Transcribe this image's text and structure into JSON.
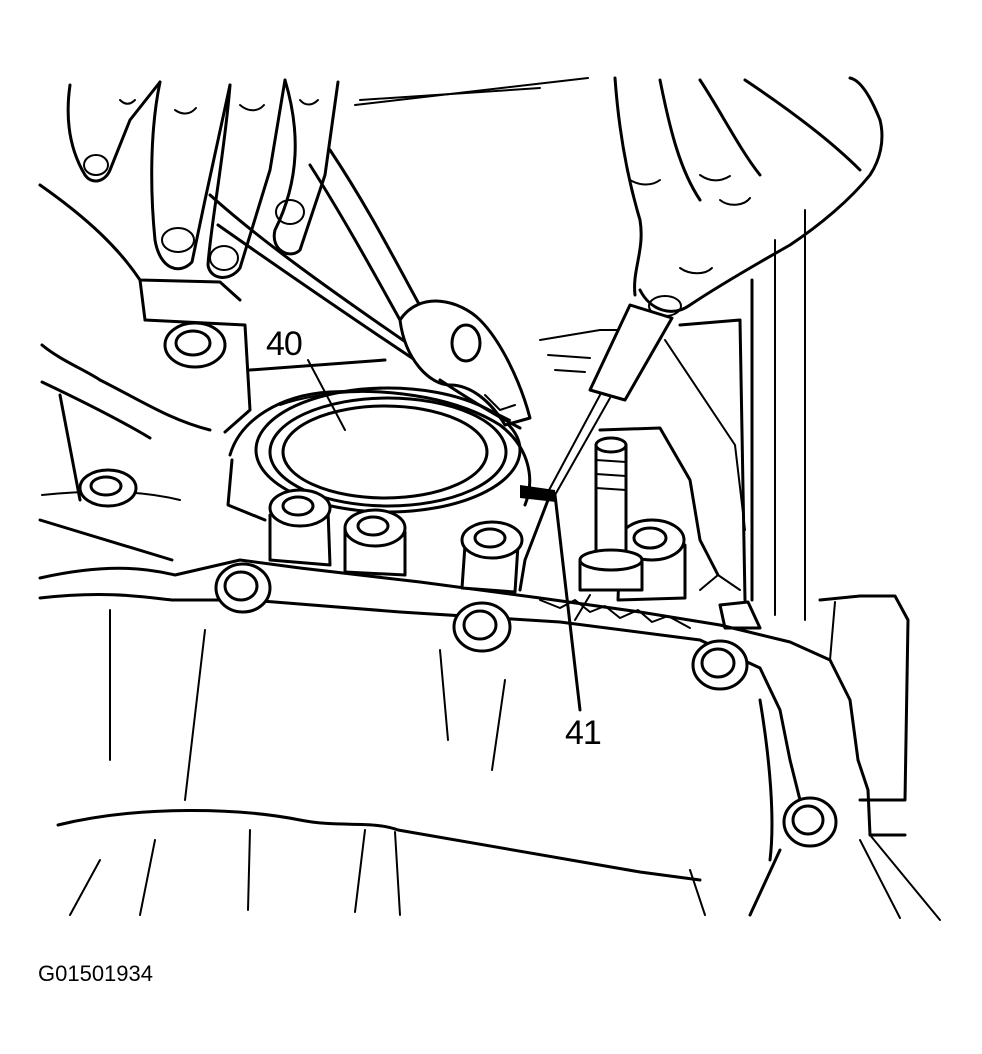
{
  "figure_id": "G01501934",
  "callouts": {
    "seal": "40",
    "pointer": "41"
  }
}
